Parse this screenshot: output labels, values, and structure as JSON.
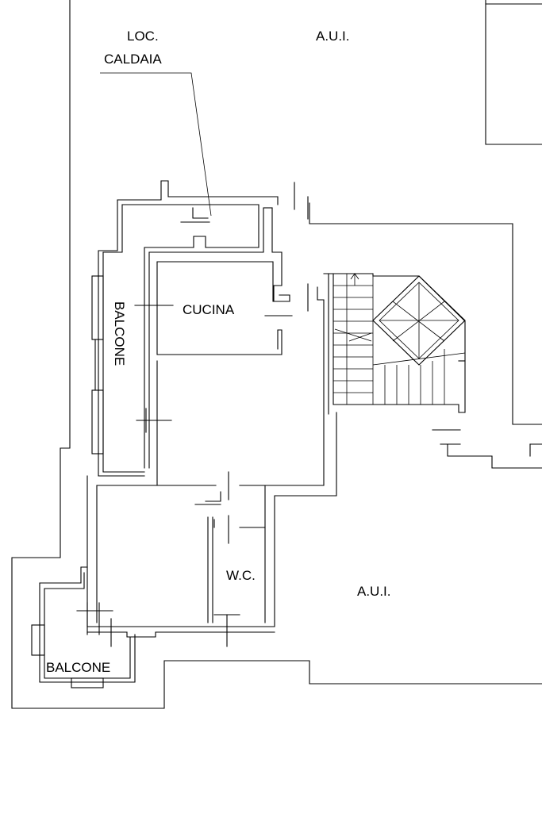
{
  "labels": {
    "loc": "LOC.",
    "caldaia": "CALDAIA",
    "aui_top": "A.U.I.",
    "cucina": "CUCINA",
    "balcone_left": "BALCONE",
    "wc": "W.C.",
    "aui_bottom": "A.U.I.",
    "balcone_bottom": "BALCONE"
  },
  "colors": {
    "line": "#000000",
    "background": "#ffffff"
  }
}
